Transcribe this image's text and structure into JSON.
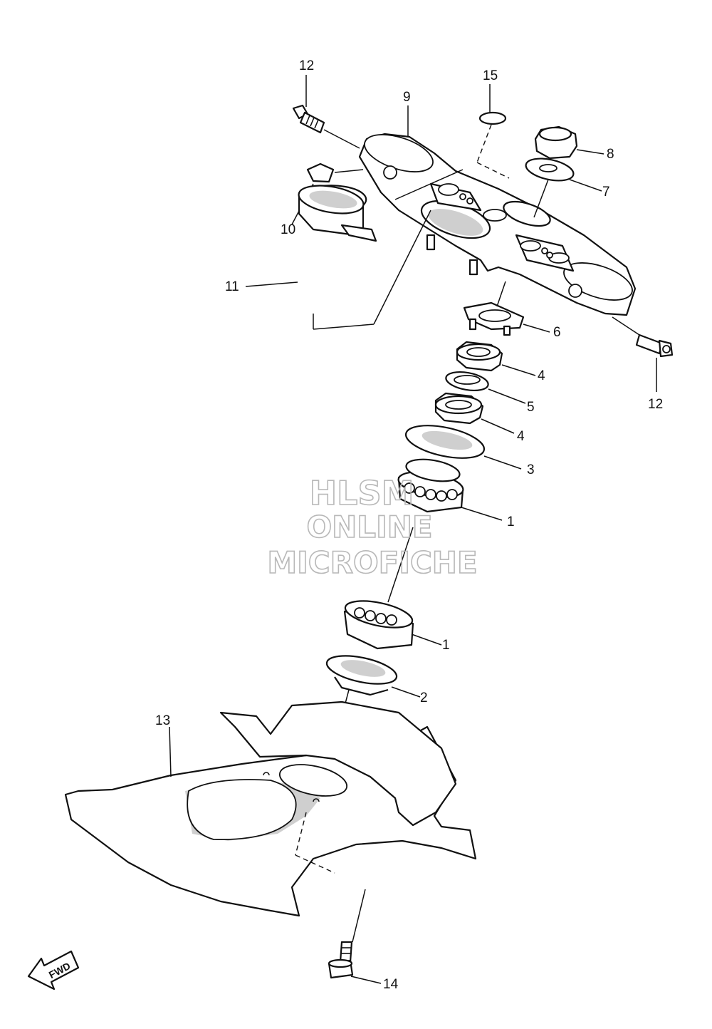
{
  "watermark": {
    "line1": "HLSM",
    "line2": "ONLINE",
    "line3": "MICROFICHE"
  },
  "fwd_label": "FWD",
  "callouts": [
    {
      "id": "c12a",
      "text": "12"
    },
    {
      "id": "c15",
      "text": "15"
    },
    {
      "id": "c9",
      "text": "9"
    },
    {
      "id": "c8",
      "text": "8"
    },
    {
      "id": "c7",
      "text": "7"
    },
    {
      "id": "c10",
      "text": "10"
    },
    {
      "id": "c11",
      "text": "11"
    },
    {
      "id": "c6",
      "text": "6"
    },
    {
      "id": "c4a",
      "text": "4"
    },
    {
      "id": "c12b",
      "text": "12"
    },
    {
      "id": "c5",
      "text": "5"
    },
    {
      "id": "c4b",
      "text": "4"
    },
    {
      "id": "c3",
      "text": "3"
    },
    {
      "id": "c1a",
      "text": "1"
    },
    {
      "id": "c1b",
      "text": "1"
    },
    {
      "id": "c2",
      "text": "2"
    },
    {
      "id": "c13",
      "text": "13"
    },
    {
      "id": "c14",
      "text": "14"
    }
  ]
}
